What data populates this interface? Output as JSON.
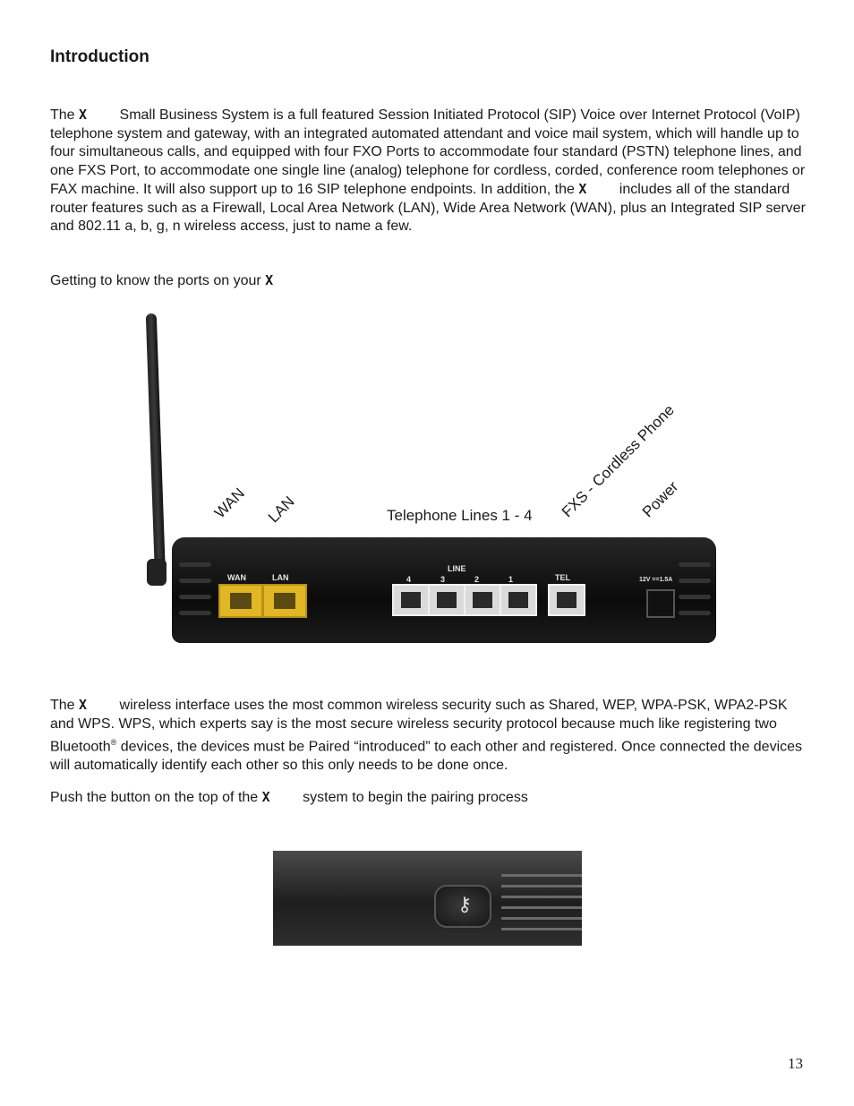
{
  "heading": "Introduction",
  "logo_glyph": "X",
  "intro": {
    "part1": "The",
    "part2": "Small Business System is a full featured Session Initiated Protocol (SIP) Voice over Internet Protocol (VoIP) telephone system and gateway, with an integrated automated attendant and voice mail system, which will handle up to four simultaneous calls, and equipped with four FXO Ports to accommodate four standard (PSTN) telephone lines, and one FXS Port, to accommodate one single line (analog) telephone for cordless, corded, conference room telephones or FAX machine. It will also support up to 16 SIP telephone endpoints. In addition, the",
    "part3": "includes all of the standard router features such as a Firewall, Local Area Network (LAN), Wide Area Network (WAN), plus an Integrated SIP server and 802.11 a, b, g, n wireless access, just to name a few."
  },
  "ports_intro": "Getting to know the ports on your",
  "diagram": {
    "labels": {
      "wan": "WAN",
      "lan": "LAN",
      "telephone_lines": "Telephone Lines 1 - 4",
      "fxs": "FXS - Cordless Phone",
      "power": "Power"
    },
    "device_labels": {
      "wan": "WAN",
      "lan": "LAN",
      "line": "LINE",
      "line_numbers": [
        "4",
        "3",
        "2",
        "1"
      ],
      "tel": "TEL",
      "power_rating": "12V ==1.5A"
    }
  },
  "wireless": {
    "part1": "The",
    "part2": "wireless interface uses the most common wireless security such as Shared, WEP, WPA-PSK, WPA2-PSK and WPS. WPS, which experts say is the most secure wireless security protocol because much like registering two Bluetooth",
    "registered": "®",
    "part3": "devices, the devices must be Paired “introduced” to each other and registered. Once connected the devices will automatically identify each other so this only needs to be done once."
  },
  "push": {
    "part1": "Push the button on the top of the",
    "part2": "system to begin the pairing process"
  },
  "page_number": "13"
}
